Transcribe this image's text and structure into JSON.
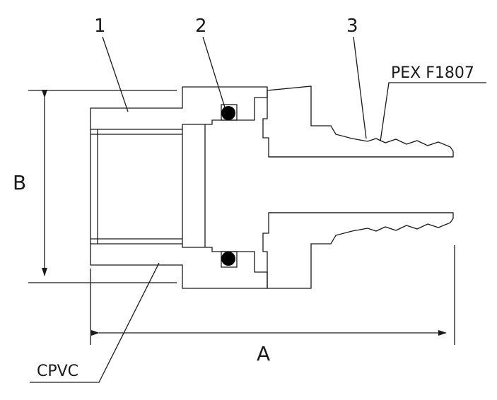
{
  "callouts": {
    "part_1": "1",
    "part_2": "2",
    "part_3": "3",
    "pex_label": "PEX F1807",
    "cpvc_label": "CPVC"
  },
  "dimensions": {
    "length": "A",
    "diameter": "B"
  },
  "colors": {
    "line": "#1a1a1a",
    "background": "#ffffff"
  }
}
